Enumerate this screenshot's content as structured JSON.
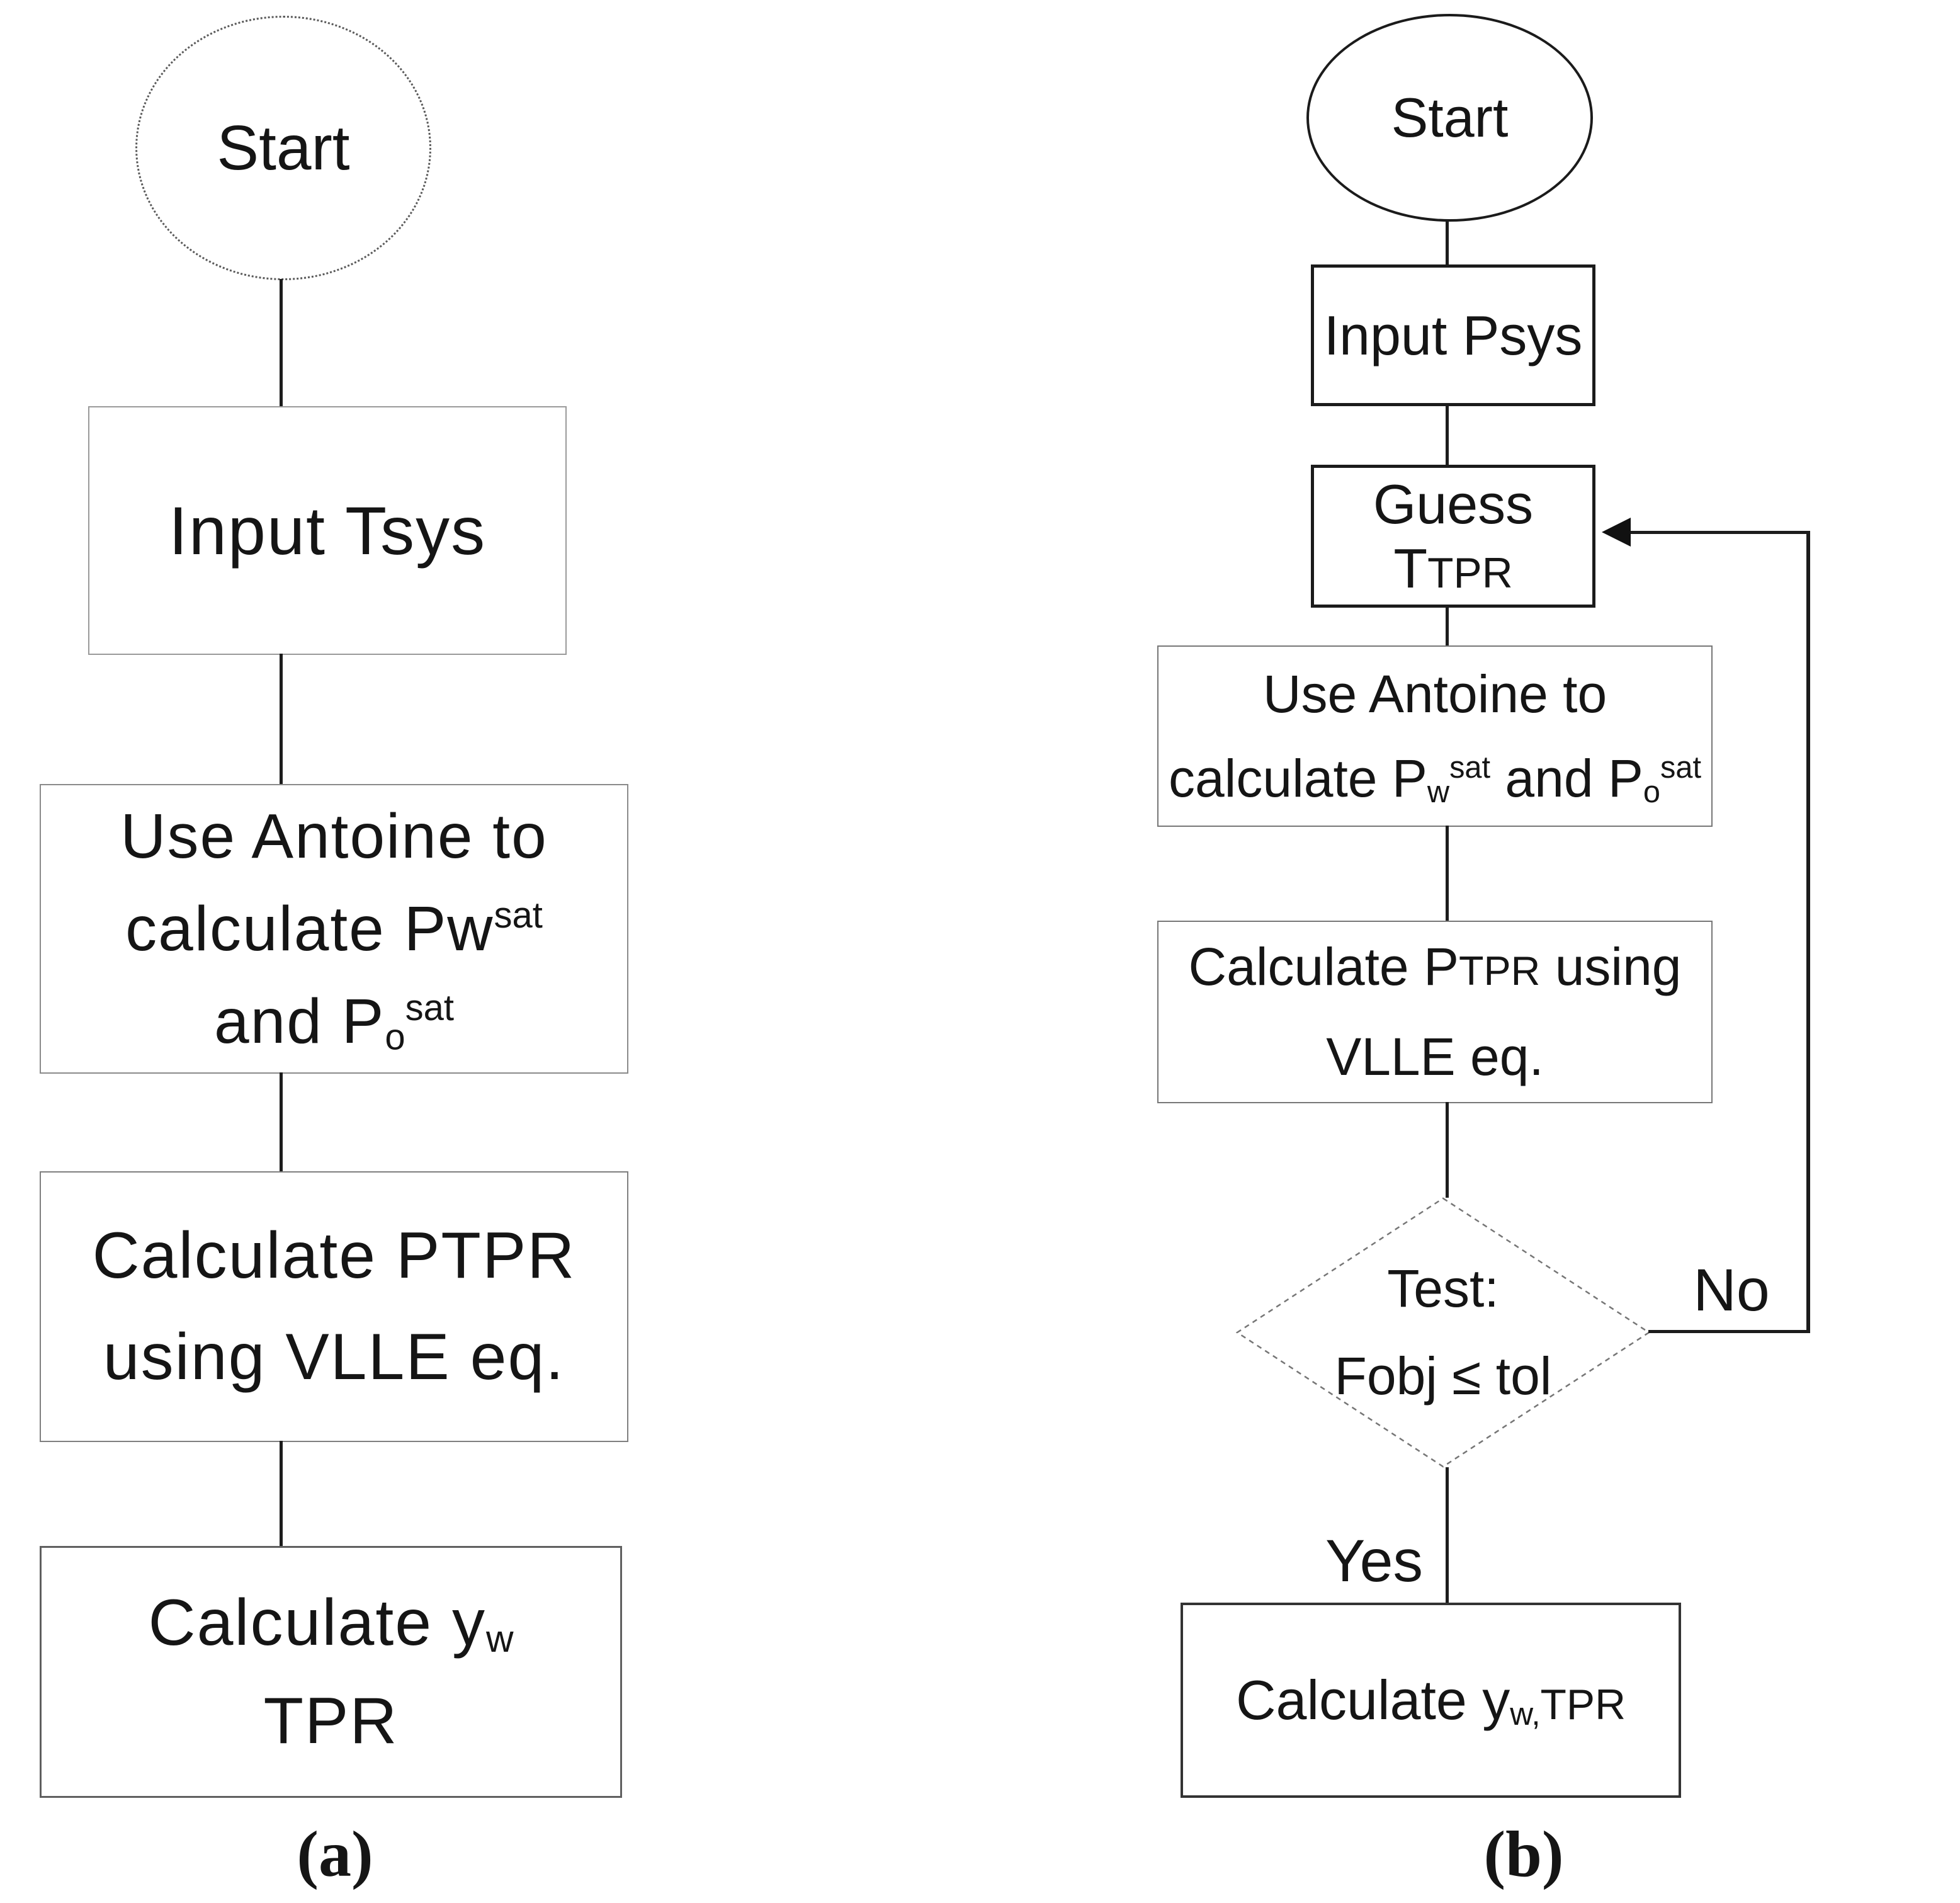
{
  "colors": {
    "line": "#1c1c1c",
    "text": "#151515"
  },
  "flow_a": {
    "start_label": "Start",
    "input_box": "Input Tsys",
    "antoine_box": {
      "line1": "Use Antoine to",
      "line2_main": "calculate Pw",
      "line2_sup": "sat",
      "line3_pre": "and P",
      "line3_sub": "o",
      "line3_sup": "sat"
    },
    "calc_p_box": {
      "line1": "Calculate PTPR",
      "line2": "using VLLE eq."
    },
    "calc_y_box": {
      "line1_main": "Calculate y",
      "line1_sub": "w",
      "line2": "TPR"
    },
    "caption": "(a)"
  },
  "flow_b": {
    "start_label": "Start",
    "input_box": "Input Psys",
    "guess_box": {
      "main": "Guess T",
      "tpr": "TPR"
    },
    "antoine_box": {
      "line1": "Use Antoine to",
      "line2_p1": "calculate P",
      "line2_p1_sub": "w",
      "line2_p1_sup": "sat",
      "line2_p2": " and P",
      "line2_p2_sub": "o",
      "line2_p2_sup": "sat"
    },
    "calc_p_box": {
      "line1_pre": "Calculate P",
      "line1_tpr": "TPR",
      "line1_post": " using",
      "line2": "VLLE eq."
    },
    "test_diamond": {
      "line1": "Test:",
      "line2": "Fobj ≤ tol"
    },
    "yes_label": "Yes",
    "no_label": "No",
    "calc_y_box": {
      "main": "Calculate y",
      "sub": "w,",
      "tpr": "TPR"
    },
    "caption": "(b)"
  }
}
